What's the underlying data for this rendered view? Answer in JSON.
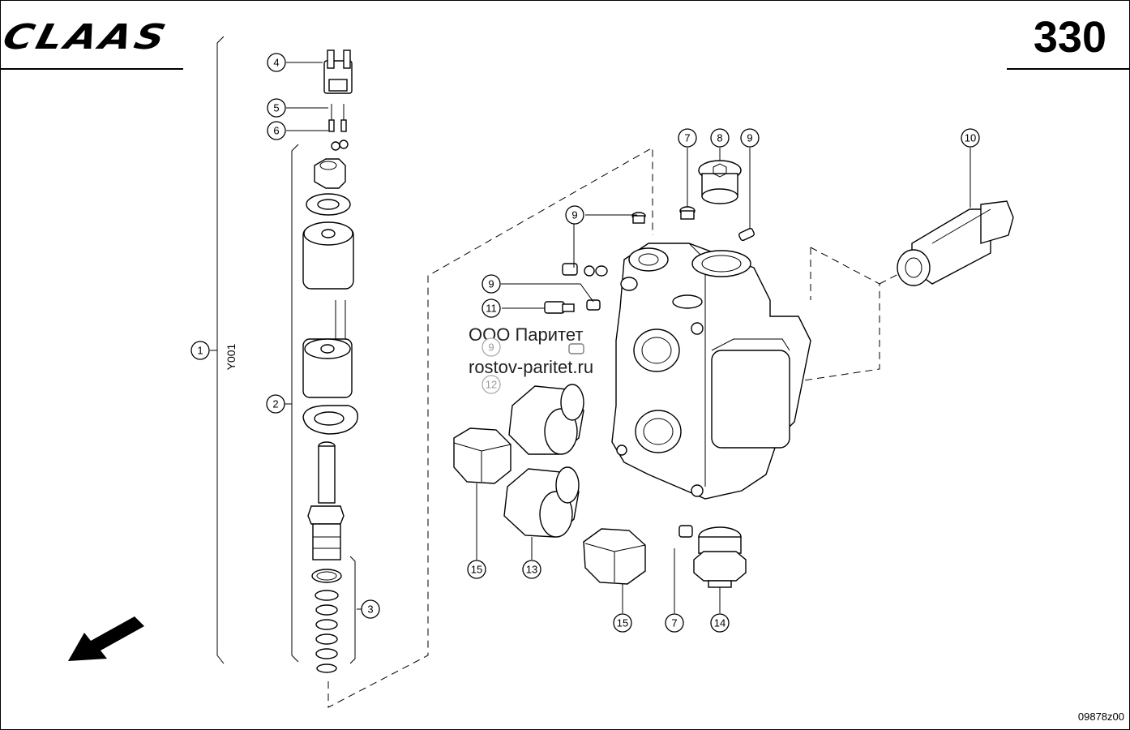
{
  "header": {
    "brand": "CLAAS",
    "page_number": "330"
  },
  "footer": {
    "drawing_id": "09878z00"
  },
  "watermark": {
    "line1": "ООО Паритет",
    "line2": "rostov-paritet.ru"
  },
  "assembly_label": "Y001",
  "callouts": [
    "1",
    "2",
    "3",
    "4",
    "5",
    "6",
    "7",
    "8",
    "9",
    "9",
    "9",
    "9",
    "10",
    "11",
    "12",
    "13",
    "14",
    "15",
    "15",
    "7"
  ]
}
